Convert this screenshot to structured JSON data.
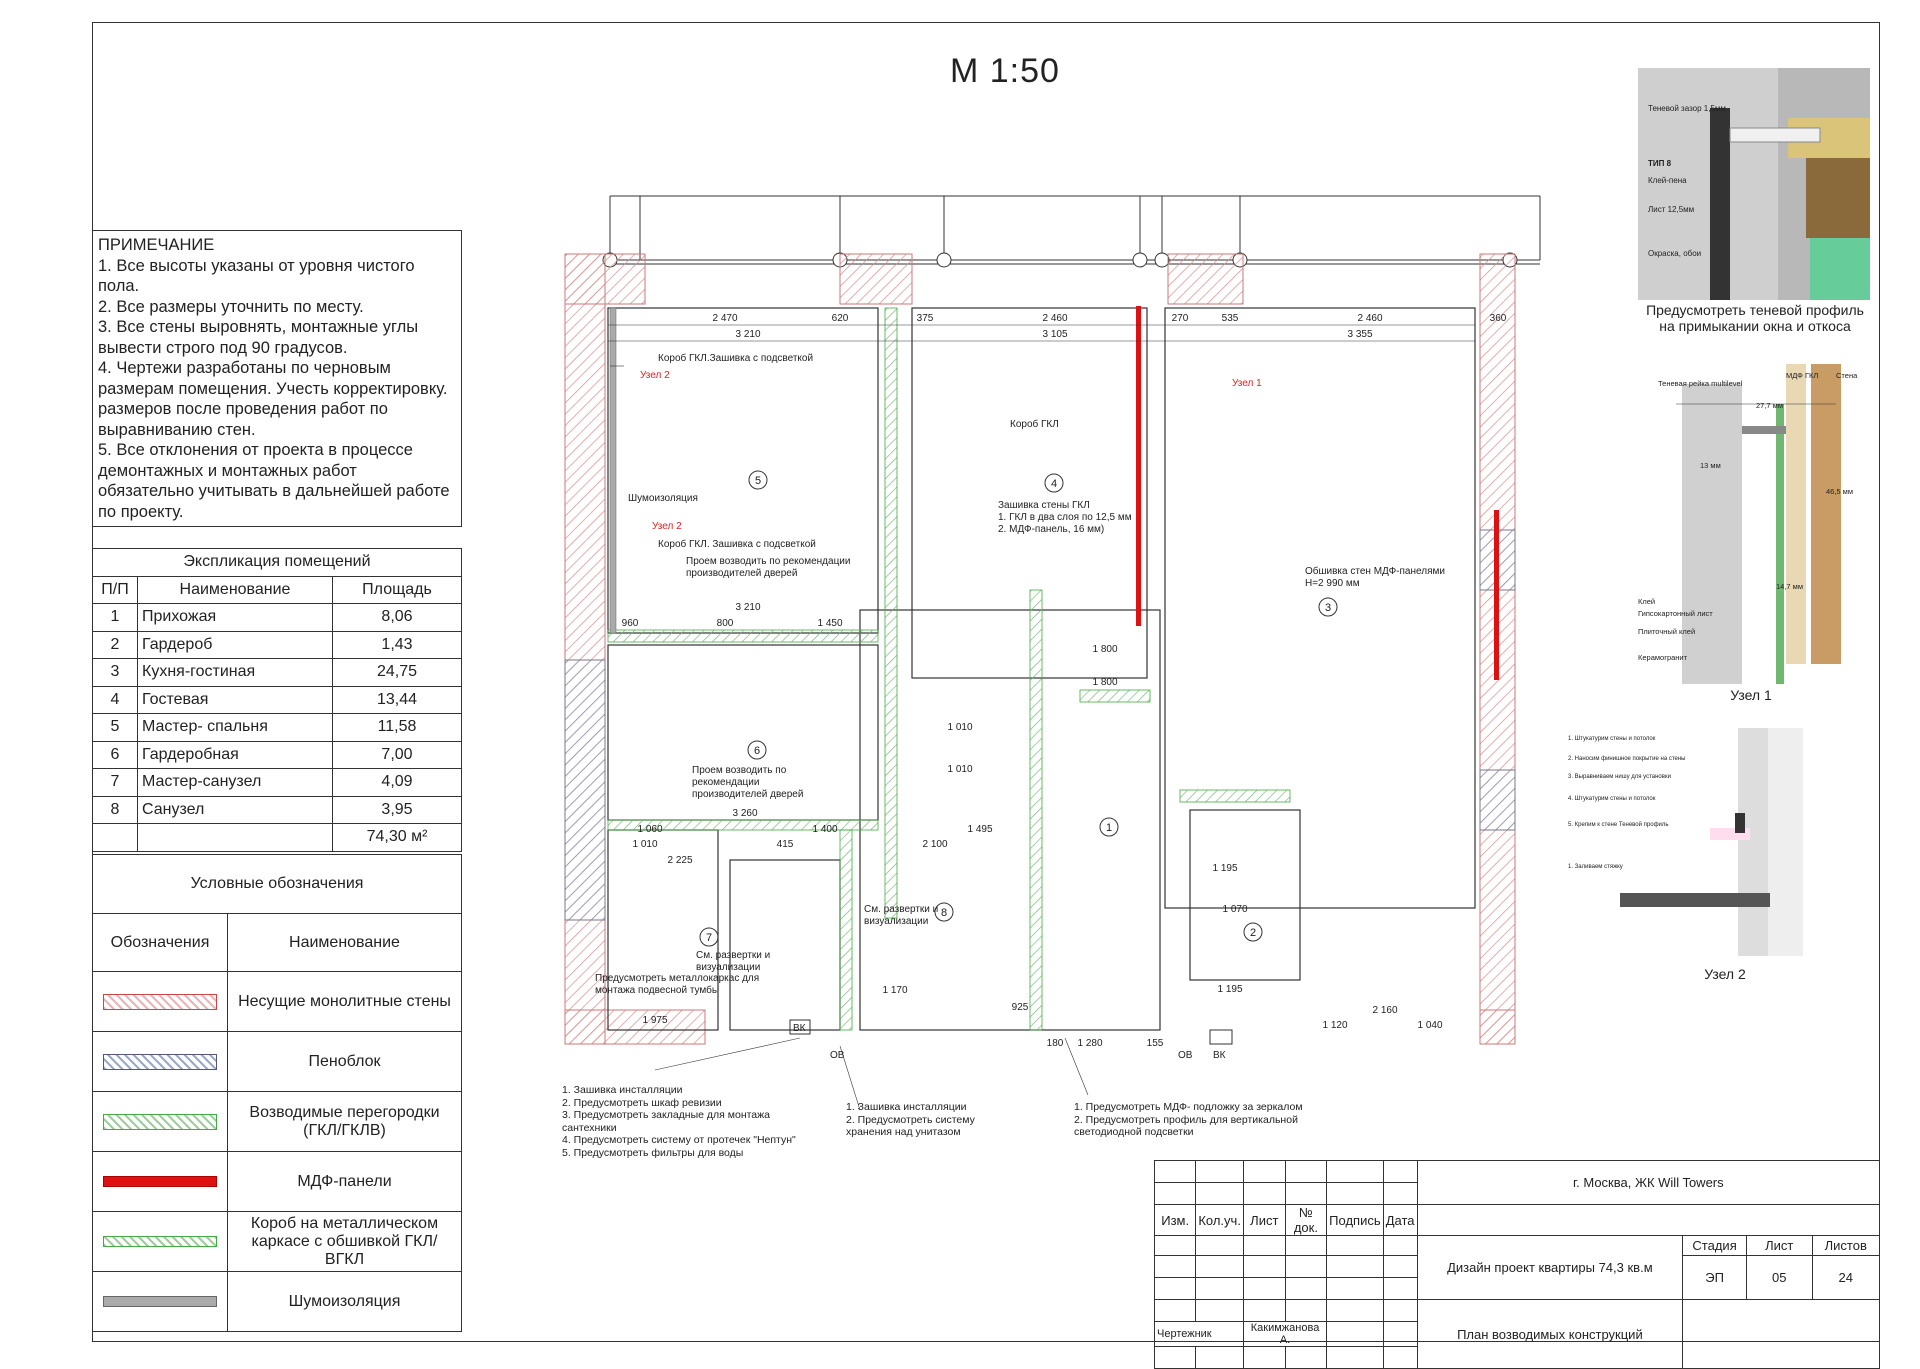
{
  "scale": "М 1:50",
  "notes": {
    "title": "ПРИМЕЧАНИЕ",
    "items": [
      "1. Все высоты указаны от уровня чистого пола.",
      "2. Все размеры уточнить по месту.",
      "3. Все стены выровнять, монтажные углы вывести строго под 90 градусов.",
      "4. Чертежи разработаны по черновым размерам помещения. Учесть корректировку.",
      "размеров после проведения работ по выравниванию стен.",
      "5. Все отклонения от проекта в процессе демонтажных и монтажных работ обязательно учитывать в дальнейшей работе по проекту."
    ]
  },
  "explication": {
    "title": "Экспликация помещений",
    "headers": [
      "П/П",
      "Наименование",
      "Площадь"
    ],
    "rows": [
      [
        "1",
        "Прихожая",
        "8,06"
      ],
      [
        "2",
        "Гардероб",
        "1,43"
      ],
      [
        "3",
        "Кухня-гостиная",
        "24,75"
      ],
      [
        "4",
        "Гостевая",
        "13,44"
      ],
      [
        "5",
        "Мастер- спальня",
        "11,58"
      ],
      [
        "6",
        "Гардеробная",
        "7,00"
      ],
      [
        "7",
        "Мастер-санузел",
        "4,09"
      ],
      [
        "8",
        "Санузел",
        "3,95"
      ]
    ],
    "total": "74,30 м²"
  },
  "legend": {
    "title": "Условные обозначения",
    "col1": "Обозначения",
    "col2": "Наименование",
    "items": [
      {
        "label": "Несущие монолитные стены",
        "swatch": "red-hatch",
        "color": "#e9b5b5"
      },
      {
        "label": "Пеноблок",
        "swatch": "blue-hatch",
        "color": "#9aa9c9"
      },
      {
        "label": "Возводимые перегородки (ГКЛ/ГКЛВ)",
        "swatch": "green-hatch",
        "color": "#9ccf9c"
      },
      {
        "label": "МДФ-панели",
        "swatch": "red-solid",
        "color": "#d11111"
      },
      {
        "label": "Короб на металлическом каркасе с обшивкой ГКЛ/ВГКЛ",
        "swatch": "green-hatch",
        "color": "#9ccf9c"
      },
      {
        "label": "Шумоизоляция",
        "swatch": "grey-solid",
        "color": "#aaaaaa"
      }
    ]
  },
  "plan": {
    "rooms": [
      "1",
      "2",
      "3",
      "4",
      "5",
      "6",
      "7",
      "8"
    ],
    "dims_top": [
      "2 470",
      "620",
      "375",
      "2 460",
      "270",
      "535",
      "2 460",
      "360"
    ],
    "dims_top2": [
      "3 210",
      "3 105",
      "3 355"
    ],
    "labels": {
      "korob_top": "Короб ГКЛ.Зашивка с подсветкой",
      "uzel2a": "Узел 2",
      "uzel2b": "Узел 2",
      "uzel1": "Узел 1",
      "korob_gkl": "Короб ГКЛ",
      "shumo": "Шумоизоляция",
      "korob_bottom": "Короб ГКЛ. Зашивка с подсветкой",
      "proem1": "Проем возводить по рекомендации производителей дверей",
      "proem2": "Проем возводить по рекомендации производителей дверей",
      "zashivka": "Зашивка стены ГКЛ",
      "zashivka1": "1. ГКЛ в два слоя по 12,5 мм",
      "zashivka2": "2. МДФ-панель, 16 мм)",
      "obshivka": "Обшивка стен МДФ-панелями",
      "obshivka_h": "H=2 990 мм",
      "razv7": "См. развертки и визуализации",
      "razv8": "См. развертки и визуализации",
      "metal": "Предусмотреть металлокаркас для монтажа подвесной тумбы",
      "ov1": "ОВ",
      "vk1": "ВК",
      "ov2": "ОВ",
      "vk2": "ВК"
    },
    "dims_misc": [
      "3 210",
      "960",
      "800",
      "1 450",
      "3 260",
      "1 060",
      "1 400",
      "1 010",
      "2 225",
      "415",
      "2 100",
      "1 495",
      "1 800",
      "1 800",
      "1 010",
      "1 010",
      "1 195",
      "1 070",
      "1 195",
      "2 160",
      "1 120",
      "1 040",
      "1 975",
      "1 170",
      "925",
      "1 280",
      "155",
      "180"
    ]
  },
  "callouts": {
    "c1": [
      "1. Зашивка инсталляции",
      "2. Предусмотреть шкаф ревизии",
      "3. Предусмотреть закладные для монтажа сантехники",
      "4. Предусмотреть систему от протечек \"Нептун\"",
      "5. Предусмотреть фильтры для воды"
    ],
    "c2": [
      "1. Зашивка инсталляции",
      "2. Предусмотреть систему хранения над унитазом"
    ],
    "c3": [
      "1. Предусмотреть МДФ- подложку за зеркалом",
      "2. Предусмотреть профиль для вертикальной светодиодной подсветки"
    ]
  },
  "details": {
    "top_caption": "Предусмотреть теневой профиль на примыкании окна и откоса",
    "top_labels": [
      "Теневой зазор 1,5мм",
      "ТИП 8",
      "Клей-пена",
      "Лист 12,5мм",
      "Окраска, обои"
    ],
    "uzel1": "Узел 1",
    "uzel1_labels": [
      "Теневая рейка multilevel",
      "27,7 мм",
      "13 мм",
      "14,7 мм",
      "46,5 мм",
      "Клей",
      "Гипсокартонный лист",
      "Плиточный клей",
      "Керамогранит",
      "МДФ ГКЛ",
      "Стена"
    ],
    "uzel2": "Узел 2"
  },
  "titleblock": {
    "address": "г. Москва, ЖК Will Towers",
    "heads": [
      "Изм.",
      "Кол.уч.",
      "Лист",
      "№ док.",
      "Подпись",
      "Дата"
    ],
    "stage_h": "Стадия",
    "sheet_h": "Лист",
    "sheets_h": "Листов",
    "project": "Дизайн проект квартиры 74,3 кв.м",
    "stage": "ЭП",
    "sheet": "05",
    "sheets": "24",
    "drafter_label": "Чертежник",
    "drafter": "Какимжанова А.",
    "drawing": "План возводимых конструкций"
  }
}
